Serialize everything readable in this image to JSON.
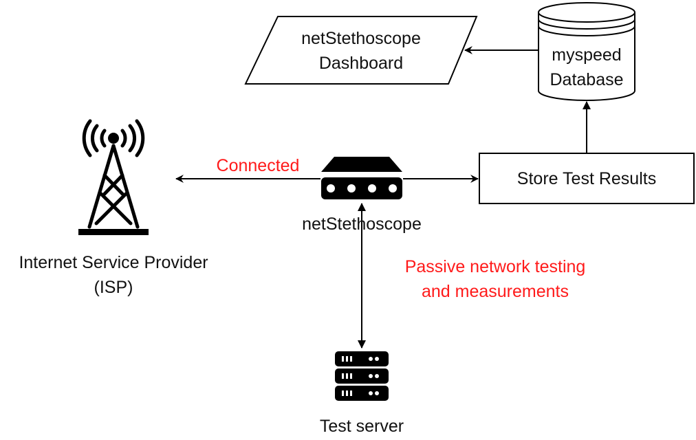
{
  "nodes": {
    "dashboard": {
      "line1": "netStethoscope",
      "line2": "Dashboard"
    },
    "database": {
      "line1": "myspeed",
      "line2": "Database"
    },
    "store": {
      "label": "Store Test Results"
    },
    "isp": {
      "line1": "Internet Service Provider",
      "line2": "(ISP)"
    },
    "device": {
      "label": "netStethoscope"
    },
    "server": {
      "label": "Test server"
    }
  },
  "edges": {
    "connected": "Connected",
    "passive_line1": "Passive network testing",
    "passive_line2": "and measurements"
  },
  "colors": {
    "annotation": "#ff1a1a",
    "stroke": "#000000"
  }
}
